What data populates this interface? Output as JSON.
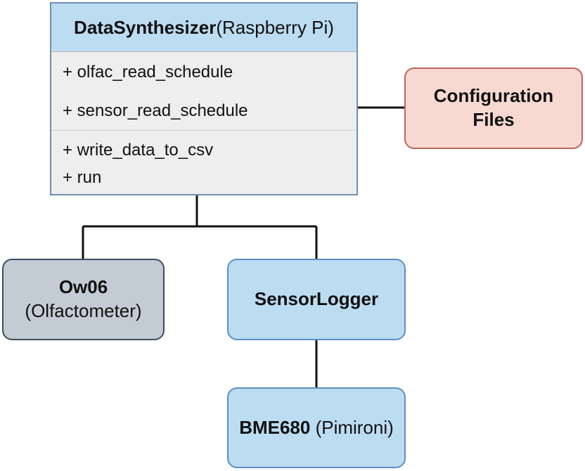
{
  "class_box": {
    "name": "DataSynthesizer",
    "qualifier": " (Raspberry Pi)",
    "attributes": [
      "+ olfac_read_schedule",
      "+ sensor_read_schedule"
    ],
    "methods": [
      "+ write_data_to_csv",
      "+ run"
    ]
  },
  "config_box": {
    "line1": "Configuration",
    "line2": "Files"
  },
  "ow06_box": {
    "name": "Ow06",
    "qualifier": "(Olfactometer)"
  },
  "sensorlogger_box": {
    "name": "SensorLogger"
  },
  "bme_box": {
    "name": "BME680",
    "qualifier": " (Pimironi)"
  },
  "colors": {
    "class_header_fill": "#bcdcf2",
    "class_body_fill": "#eeeeee",
    "class_border": "#6f8fb3",
    "config_fill": "#f7d9d2",
    "config_border": "#b8675a",
    "ow06_fill": "#c3ccd4",
    "ow06_border": "#3f4d5a",
    "blue_box_fill": "#bcdcf2",
    "blue_box_border": "#5d8fc0",
    "connector": "#111111"
  }
}
